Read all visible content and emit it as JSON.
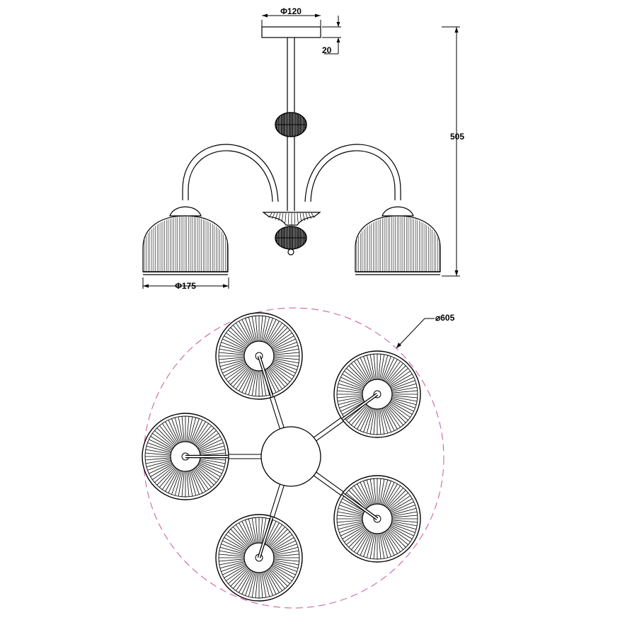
{
  "dimensions": {
    "canopy_diameter": "Φ120",
    "canopy_height": "20",
    "total_height": "505",
    "shade_diameter": "Φ175",
    "overall_diameter": "⌀605"
  },
  "colors": {
    "line": "#000000",
    "envelope_circle": "#c9559a"
  }
}
